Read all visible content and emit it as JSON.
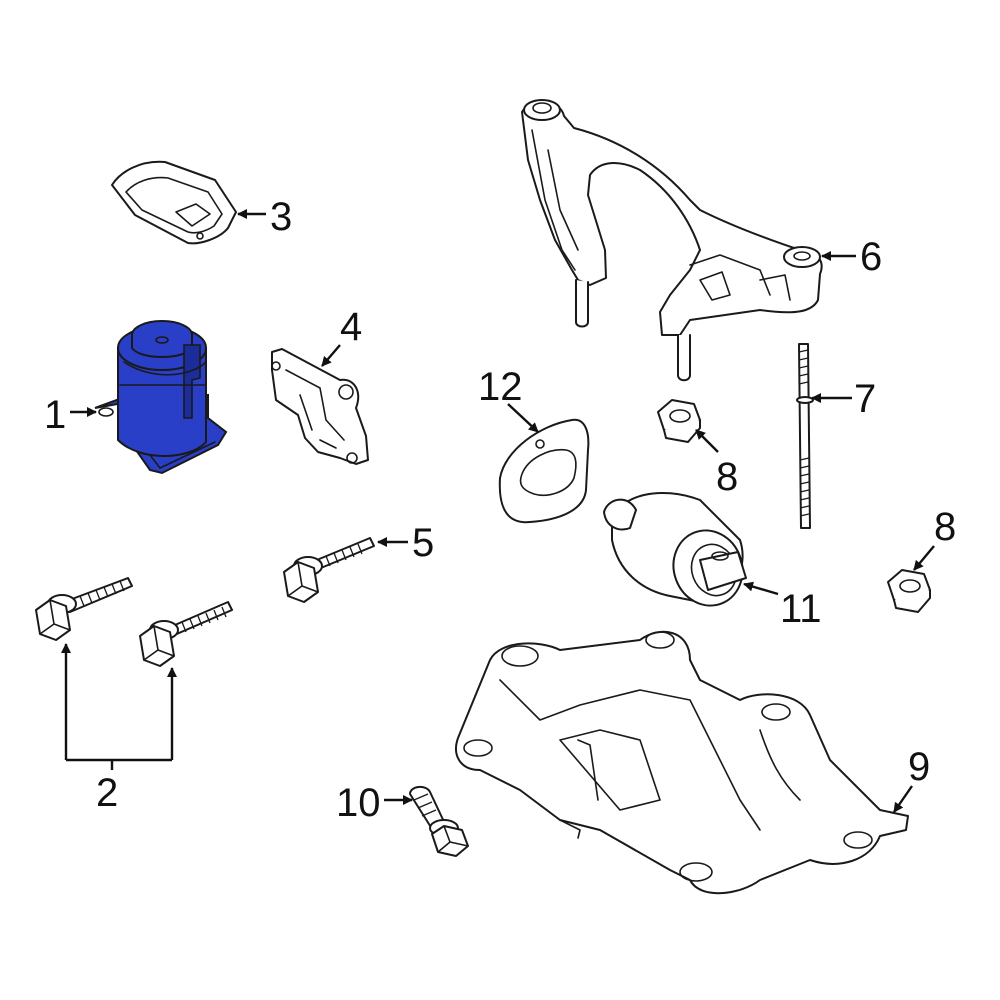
{
  "colors": {
    "line": "#1a1a1a",
    "highlight_fill": "#2a3fc7",
    "highlight_shade": "#1c2c9a",
    "background": "#ffffff"
  },
  "callouts": {
    "c1": "1",
    "c2": "2",
    "c3": "3",
    "c4": "4",
    "c5": "5",
    "c6": "6",
    "c7": "7",
    "c8a": "8",
    "c8b": "8",
    "c9": "9",
    "c10": "10",
    "c11": "11",
    "c12": "12"
  }
}
